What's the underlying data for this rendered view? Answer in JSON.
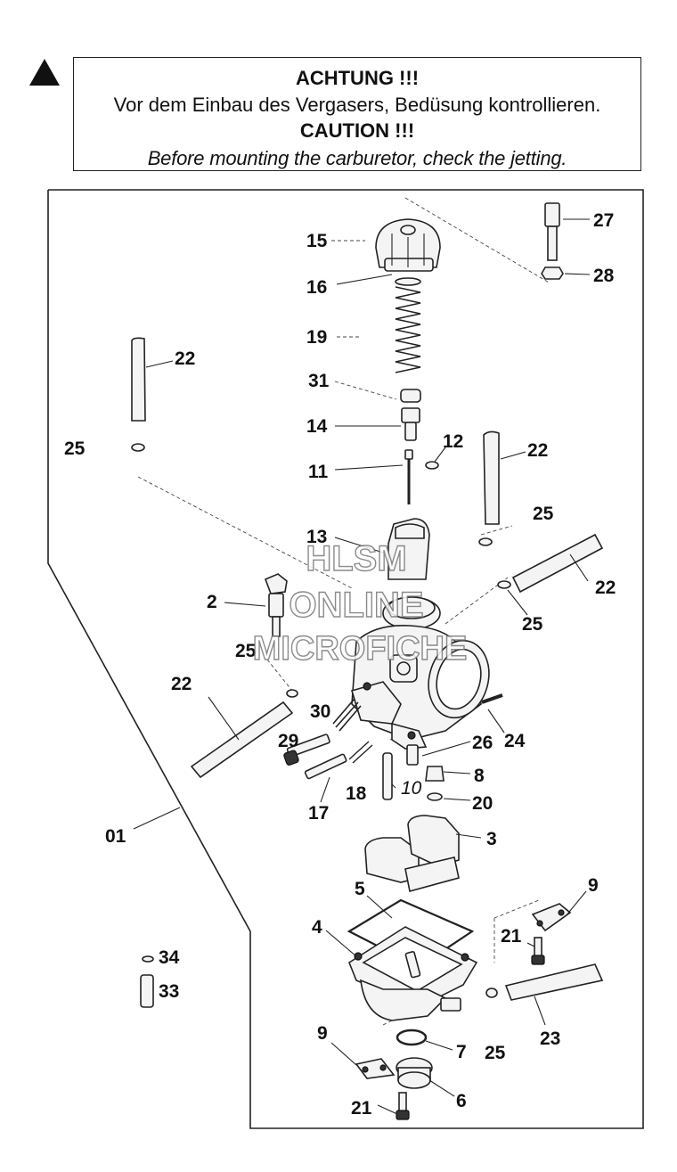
{
  "notice": {
    "heading_de": "ACHTUNG !!!",
    "text_de": "Vor dem Einbau des Vergasers, Bedüsung kontrollieren.",
    "heading_en": "CAUTION !!!",
    "text_en": "Before mounting the carburetor, check the jetting."
  },
  "watermark": {
    "line1": "HLSM",
    "line2": "ONLINE",
    "line3": "MICROFICHE"
  },
  "labels": {
    "p15": "15",
    "p16": "16",
    "p19": "19",
    "p31": "31",
    "p14": "14",
    "p11": "11",
    "p12": "12",
    "p13": "13",
    "p27": "27",
    "p28": "28",
    "p22a": "22",
    "p22b": "22",
    "p22c": "22",
    "p22d": "22",
    "p25a": "25",
    "p25b": "25",
    "p25c": "25",
    "p25d": "25",
    "p25e": "25",
    "p2": "2",
    "p30": "30",
    "p29": "29",
    "p26": "26",
    "p24": "24",
    "p8": "8",
    "p10": "10",
    "p20": "20",
    "p17": "17",
    "p18": "18",
    "p01": "01",
    "p3": "3",
    "p5": "5",
    "p4": "4",
    "p9a": "9",
    "p9b": "9",
    "p21a": "21",
    "p21b": "21",
    "p23": "23",
    "p34": "34",
    "p33": "33",
    "p7": "7",
    "p6": "6"
  }
}
